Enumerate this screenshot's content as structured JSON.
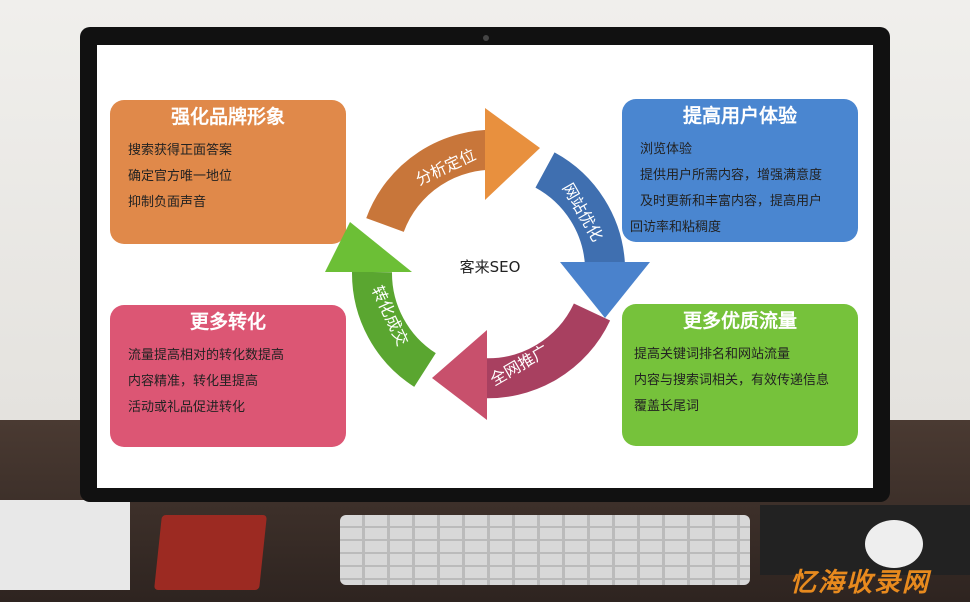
{
  "diagram": {
    "center": "客来SEO",
    "cycle": [
      {
        "label": "分析定位",
        "color": "#e58a3a"
      },
      {
        "label": "网站优化",
        "color": "#3f7ac4"
      },
      {
        "label": "全网推广",
        "color": "#c0506a"
      },
      {
        "label": "转化成交",
        "color": "#6cbf36"
      }
    ],
    "boxes": [
      {
        "title": "强化品牌形象",
        "lines": [
          "搜索获得正面答案",
          "确定官方唯一地位",
          "抑制负面声音"
        ],
        "color": "#e0894a"
      },
      {
        "title": "提高用户体验",
        "lines": [
          "浏览体验",
          "提供用户所需内容，增强满意度",
          "及时更新和丰富内容，提高用户",
          "回访率和粘稠度"
        ],
        "color": "#4a86d0"
      },
      {
        "title": "更多转化",
        "lines": [
          "流量提高相对的转化数提高",
          "内容精准，转化里提高",
          "活动或礼品促进转化"
        ],
        "color": "#dc5674"
      },
      {
        "title": "更多优质流量",
        "lines": [
          "提高关键词排名和网站流量",
          "内容与搜索词相关，有效传递信息",
          "覆盖长尾词"
        ],
        "color": "#76c23b"
      }
    ]
  },
  "watermark": "忆海收录网"
}
